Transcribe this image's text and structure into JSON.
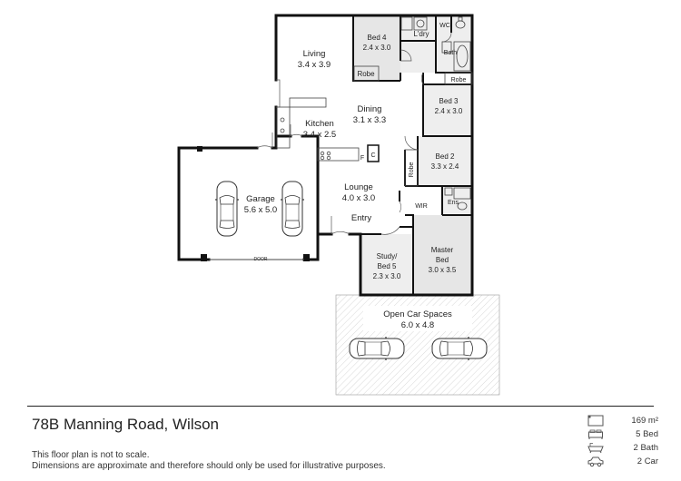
{
  "rooms": {
    "living": {
      "name": "Living",
      "size": "3.4 x 3.9"
    },
    "bed4": {
      "name": "Bed 4",
      "size": "2.4 x 3.0"
    },
    "laundry": {
      "name": "L'dry"
    },
    "wc": {
      "name": "WC"
    },
    "bath": {
      "name": "Bath"
    },
    "robe1": {
      "name": "Robe"
    },
    "robe2": {
      "name": "Robe"
    },
    "robe3": {
      "name": "Robe"
    },
    "bed3": {
      "name": "Bed 3",
      "size": "2.4 x 3.0"
    },
    "dining": {
      "name": "Dining",
      "size": "3.1 x 3.3"
    },
    "kitchen": {
      "name": "Kitchen",
      "size": "3.4 x 2.5"
    },
    "fridge": {
      "name": "F"
    },
    "cupboard": {
      "name": "C"
    },
    "bed2": {
      "name": "Bed 2",
      "size": "3.3 x 2.4"
    },
    "garage": {
      "name": "Garage",
      "size": "5.6 x 5.0"
    },
    "lounge": {
      "name": "Lounge",
      "size": "4.0 x 3.0"
    },
    "entry": {
      "name": "Entry"
    },
    "wir": {
      "name": "WIR"
    },
    "ensuite": {
      "name": "Ens"
    },
    "study": {
      "name": "Study/",
      "name2": "Bed 5",
      "size": "2.3 x 3.0"
    },
    "master": {
      "name": "Master",
      "name2": "Bed",
      "size": "3.0 x 3.5"
    },
    "carspaces": {
      "name": "Open Car Spaces",
      "size": "6.0 x 4.8"
    },
    "door_label": "DOOR"
  },
  "address": "78B Manning Road, Wilson",
  "disclaimer": {
    "line1": "This floor plan is not to scale.",
    "line2": "Dimensions are approximate and therefore should only be used for illustrative purposes."
  },
  "stats": [
    {
      "icon": "floor-area-icon",
      "value": "169 m²"
    },
    {
      "icon": "bed-icon",
      "value": "5 Bed"
    },
    {
      "icon": "bath-icon",
      "value": "2 Bath"
    },
    {
      "icon": "car-icon",
      "value": "2 Car"
    }
  ]
}
